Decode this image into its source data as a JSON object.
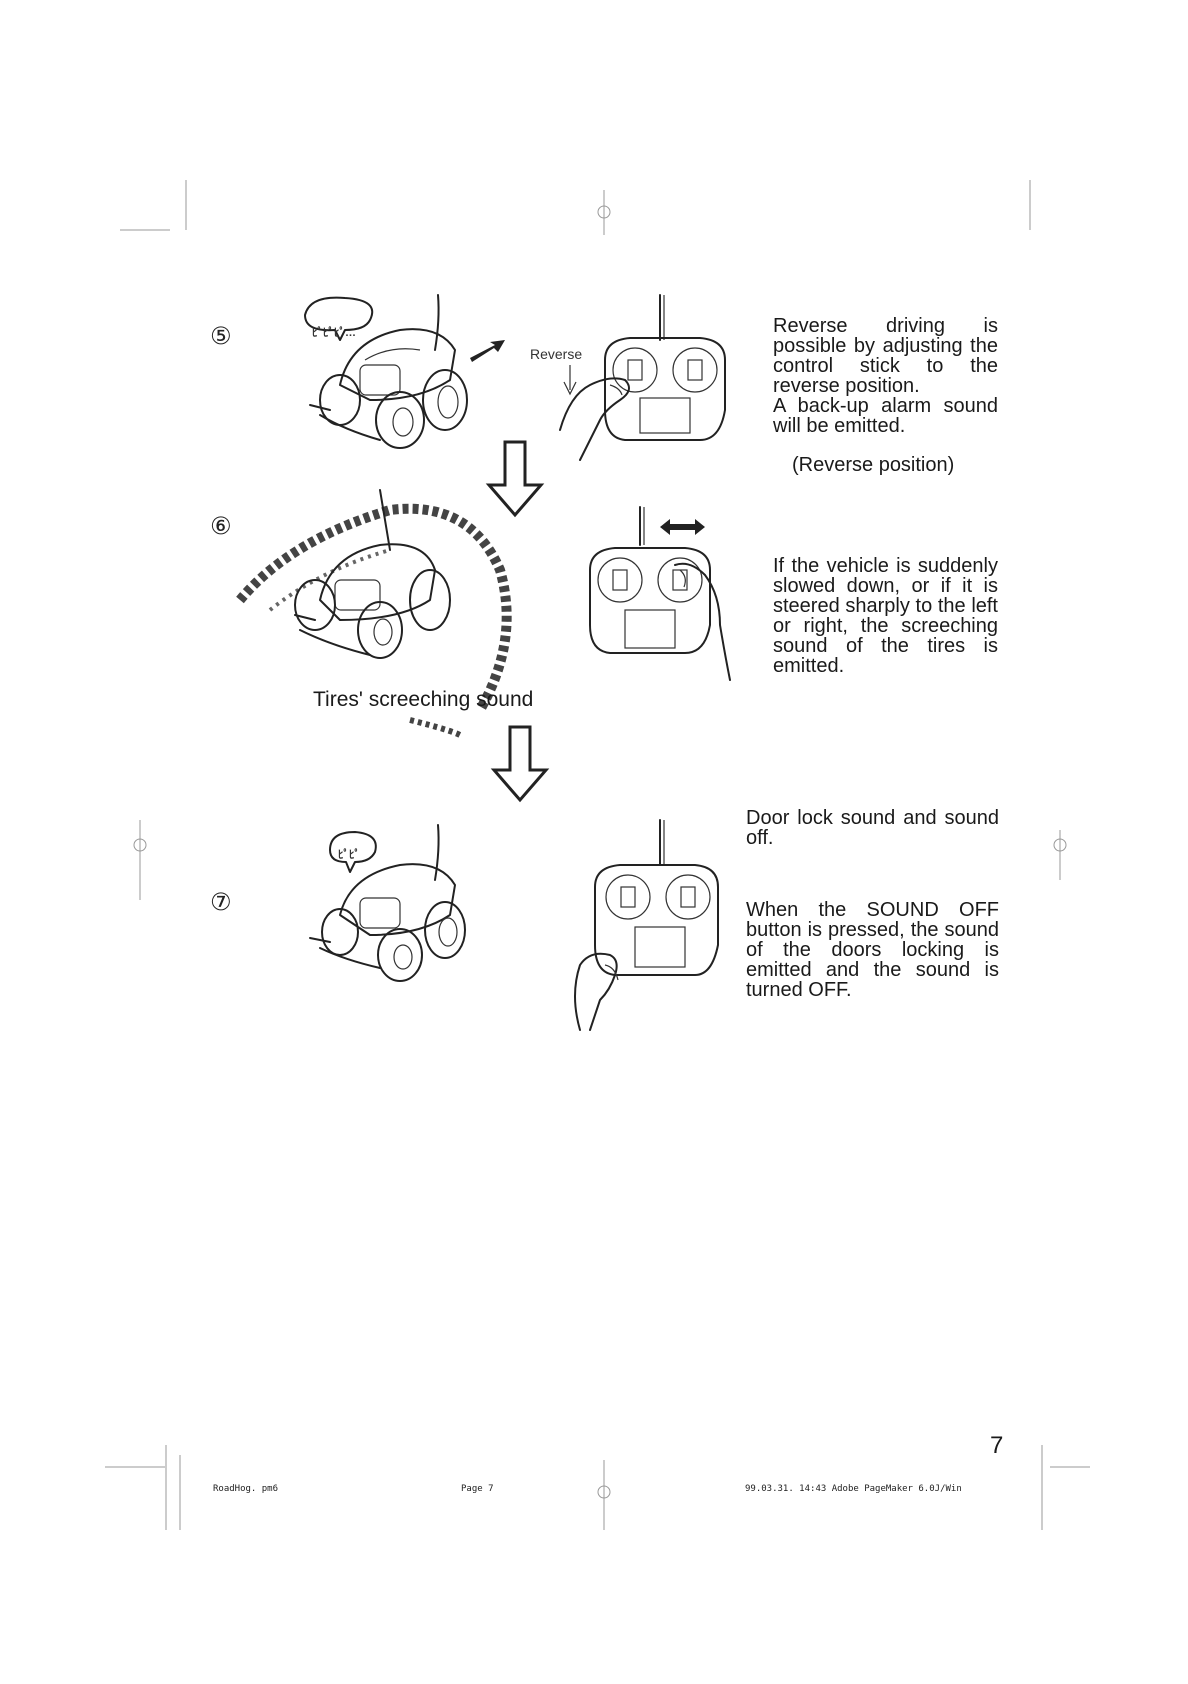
{
  "steps": [
    {
      "number": "⑤",
      "speech": "ﾋﾟﾋﾟﾋﾟ…",
      "control_label": "Reverse",
      "text": "Reverse driving is possible by adjusting the control stick to the reverse position.\nA back-up alarm sound will be emitted.",
      "caption": "(Reverse position)"
    },
    {
      "number": "⑥",
      "sound_label": "Tires' screeching sound",
      "text": "If the vehicle is suddenly slowed down, or if it is steered sharply to the left or right, the screeching sound of the tires is emitted."
    },
    {
      "number": "⑦",
      "speech": "ﾋﾟﾋﾟ",
      "heading": "Door lock sound and sound off.",
      "text": "When the SOUND OFF button is pressed, the sound of the doors locking is emitted and the sound is turned OFF."
    }
  ],
  "page_number": "7",
  "footer": {
    "file": "RoadHog. pm6",
    "page": "Page 7",
    "stamp": "99.03.31. 14:43   Adobe PageMaker 6.0J/Win"
  },
  "icons": {
    "arrow_down": "hollow-down-arrow",
    "arrow_lr": "double-headed-arrow"
  }
}
